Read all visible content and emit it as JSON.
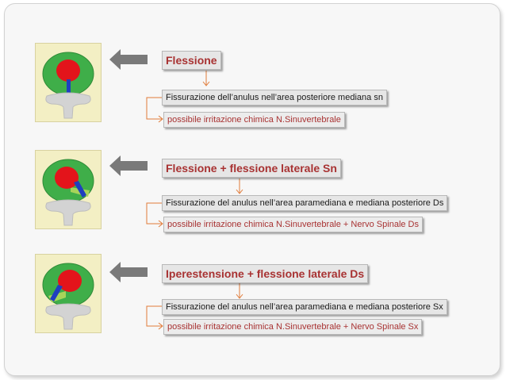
{
  "rows": [
    {
      "title": "Flessione",
      "description": "Fissurazione dell’anulus nell’area posteriore mediana sn",
      "consequence": "possibile irritazione chimica N.Sinuvertebrale"
    },
    {
      "title": "Flessione + flessione laterale Sn",
      "description": "Fissurazione del anulus nell’area paramediana e mediana posteriore Ds",
      "consequence": "possibile irritazione chimica N.Sinuvertebrale + Nervo Spinale Ds"
    },
    {
      "title": "Iperestensione + flessione laterale Ds",
      "description": "Fissurazione del anulus nell’area paramediana e mediana posteriore Sx",
      "consequence": "possibile irritazione chimica N.Sinuvertebrale + Nervo Spinale Sx"
    }
  ],
  "colors": {
    "title_text": "#a83232",
    "box_fill": "#e6e6e6",
    "disc_green": "#3fae49",
    "nucleus_red": "#e3141b",
    "fissure_blue": "#1f3fbf",
    "thumb_bg": "#f3efc4",
    "arrow_gray": "#7a7a7a",
    "connector_orange": "#e07b39"
  },
  "icons": [
    "disc-illustration",
    "left-arrow-icon"
  ]
}
